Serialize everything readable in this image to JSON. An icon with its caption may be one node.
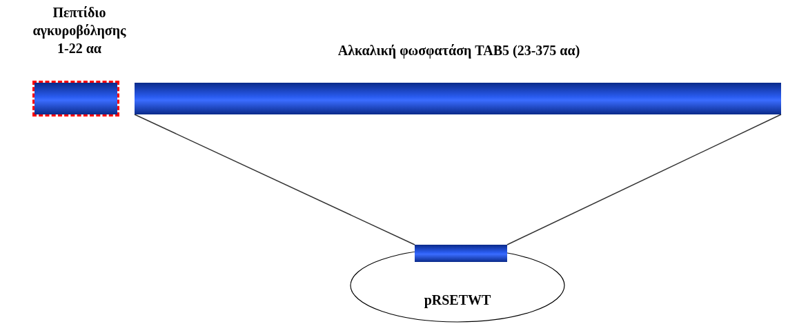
{
  "diagram": {
    "nodes": [
      {
        "text": [
          "Πεπτίδιο αγκυροβόλησης 1-22 αα"
        ]
      },
      {
        "text": [
          "Αλκαλική φωσφατάση TAB5 (23-375 αα)"
        ]
      },
      {
        "text": [],
        "shape": "bar"
      },
      {
        "text": [
          "pRSETWT"
        ]
      }
    ],
    "edges": [
      {
        "from": 1,
        "to": 2,
        "arrow": "none"
      },
      {
        "from": 1,
        "to": 2,
        "arrow": "none"
      }
    ]
  }
}
